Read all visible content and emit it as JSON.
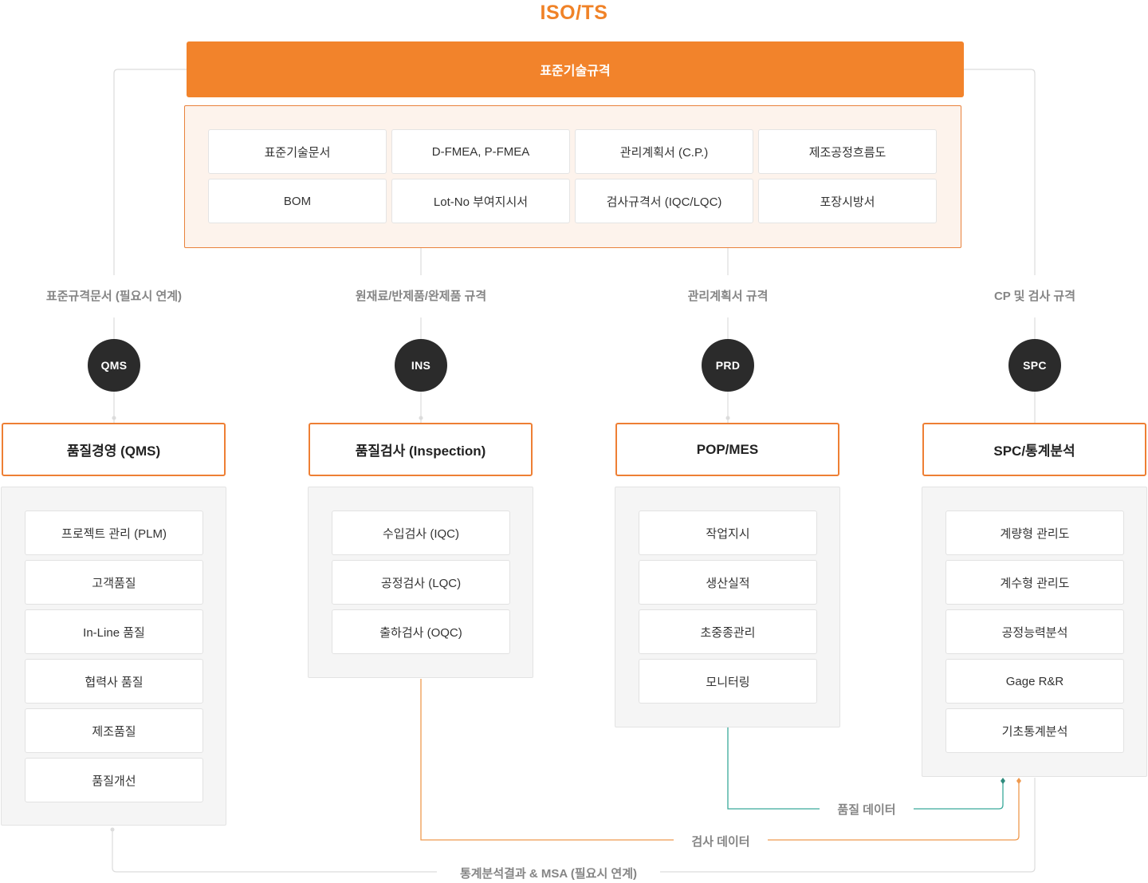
{
  "title": "ISO/TS",
  "standard": {
    "header": "표준기술규격",
    "items": [
      "표준기술문서",
      "D-FMEA, P-FMEA",
      "관리계획서 (C.P.)",
      "제조공정흐름도",
      "BOM",
      "Lot-No 부여지시서",
      "검사규격서 (IQC/LQC)",
      "포장시방서"
    ]
  },
  "flows": [
    {
      "label": "표준규격문서 (필요시 연계)",
      "code": "QMS",
      "module": "품질경영 (QMS)",
      "items": [
        "프로젝트 관리 (PLM)",
        "고객품질",
        "In-Line 품질",
        "협력사 품질",
        "제조품질",
        "품질개선"
      ]
    },
    {
      "label": "원재료/반제품/완제품 규격",
      "code": "INS",
      "module": "품질검사 (Inspection)",
      "items": [
        "수입검사 (IQC)",
        "공정검사 (LQC)",
        "출하검사 (OQC)"
      ]
    },
    {
      "label": "관리계획서 규격",
      "code": "PRD",
      "module": "POP/MES",
      "items": [
        "작업지시",
        "생산실적",
        "초중종관리",
        "모니터링"
      ]
    },
    {
      "label": "CP 및 검사 규격",
      "code": "SPC",
      "module": "SPC/통계분석",
      "items": [
        "계량형 관리도",
        "계수형 관리도",
        "공정능력분석",
        "Gage R&R",
        "기초통계분석"
      ]
    }
  ],
  "data_flows": {
    "quality_data": "품질 데이터",
    "inspection_data": "검사 데이터",
    "stats_result": "통계분석결과 & MSA (필요시 연계)"
  },
  "colors": {
    "accent": "#f2832b",
    "quality_line": "#3aa99a",
    "inspection_line": "#ef9a4f",
    "neutral_line": "#d9d9d9",
    "circle": "#2b2b2b"
  }
}
